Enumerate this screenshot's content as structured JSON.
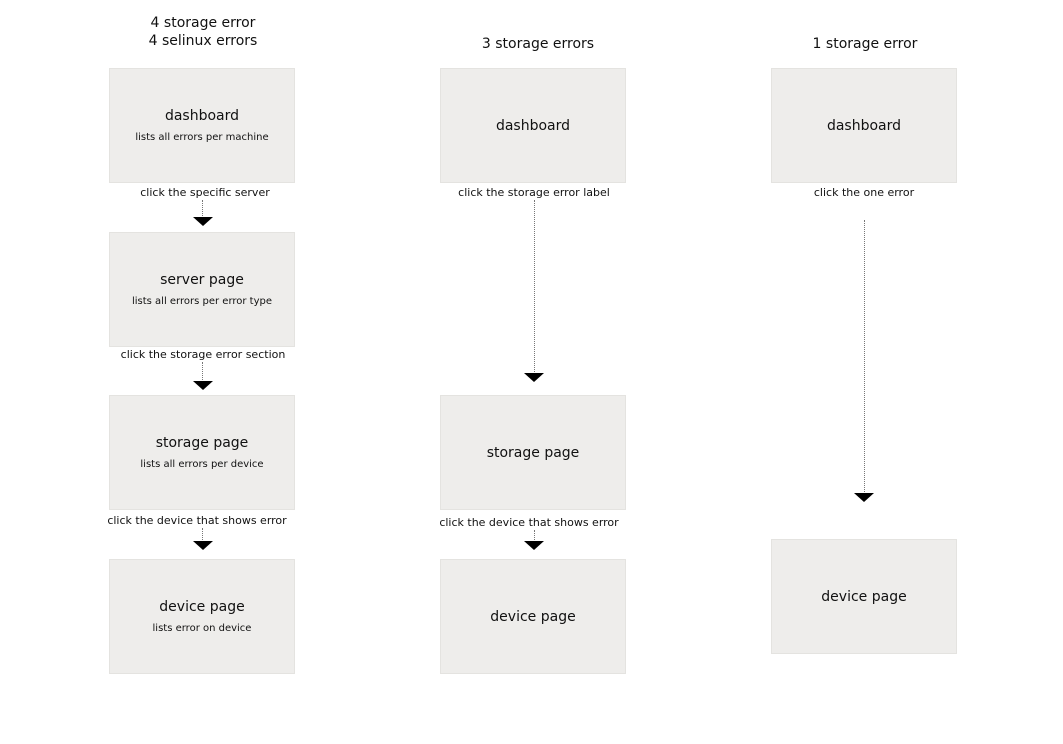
{
  "columns": [
    {
      "title_lines": [
        "4 storage error",
        "4 selinux errors"
      ],
      "nodes": [
        {
          "title": "dashboard",
          "subtitle": "lists all errors per machine"
        },
        {
          "title": "server page",
          "subtitle": "lists all errors per error type"
        },
        {
          "title": "storage page",
          "subtitle": "lists all errors per device"
        },
        {
          "title": "device page",
          "subtitle": "lists error on device"
        }
      ],
      "edges": [
        {
          "label": "click the specific server"
        },
        {
          "label": "click the storage error section"
        },
        {
          "label": "click the device that shows error"
        }
      ]
    },
    {
      "title_lines": [
        "3 storage errors"
      ],
      "nodes": [
        {
          "title": "dashboard"
        },
        {
          "title": "storage page"
        },
        {
          "title": "device page"
        }
      ],
      "edges": [
        {
          "label": "click the storage error label"
        },
        {
          "label": "click the device that shows error"
        }
      ]
    },
    {
      "title_lines": [
        "1 storage error"
      ],
      "nodes": [
        {
          "title": "dashboard"
        },
        {
          "title": "device page"
        }
      ],
      "edges": [
        {
          "label": "click the one error"
        }
      ]
    }
  ]
}
